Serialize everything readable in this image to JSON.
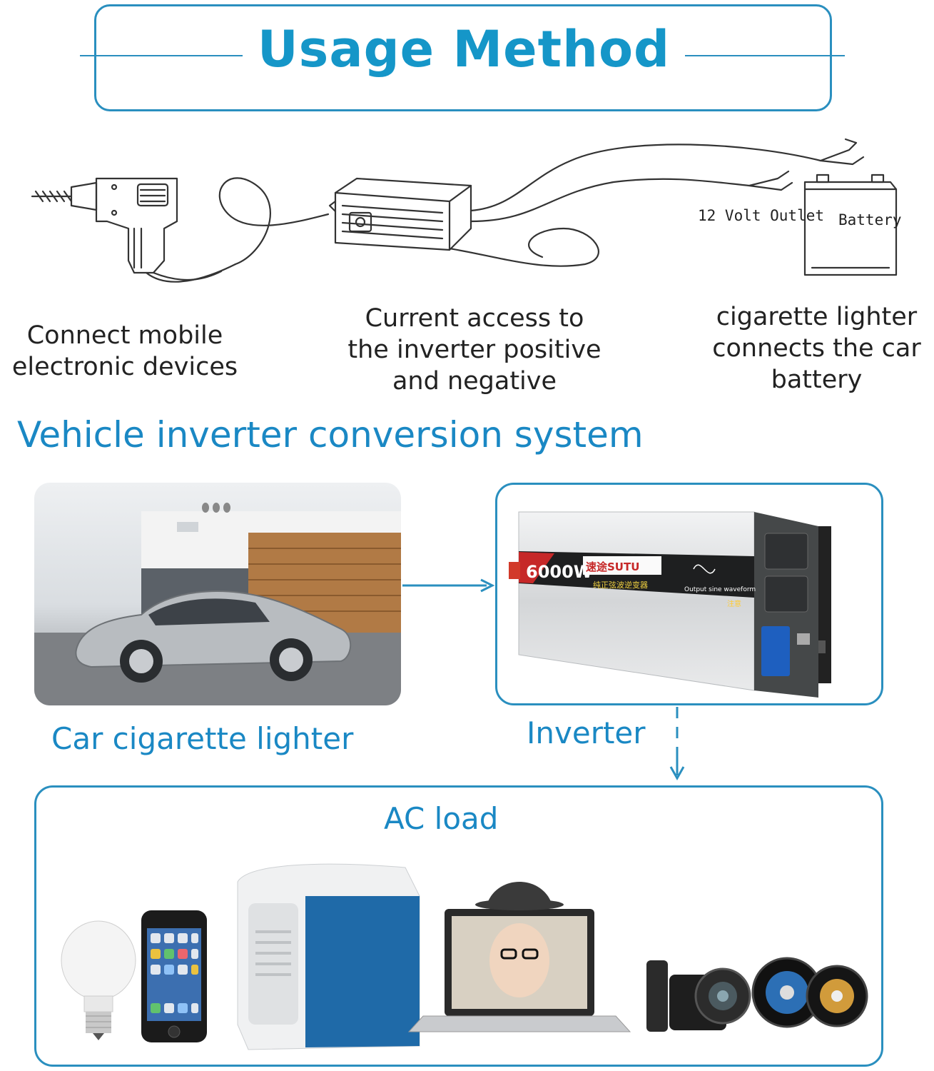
{
  "header": {
    "title": "Usage Method"
  },
  "diagram": {
    "outlet_label": "12 Volt Outlet",
    "battery_label": "Battery",
    "captions": [
      {
        "lines": [
          "Connect mobile",
          "electronic devices"
        ]
      },
      {
        "lines": [
          "Current access to",
          "the inverter positive",
          "and negative"
        ]
      },
      {
        "lines": [
          "cigarette lighter",
          "connects the car",
          "battery"
        ]
      }
    ]
  },
  "system": {
    "title": "Vehicle inverter conversion system",
    "car_label": "Car cigarette lighter",
    "inverter_label": "Inverter",
    "ac_load_label": "AC load",
    "inverter_device": {
      "power": "6000W",
      "brand": "速途SUTU",
      "model_text": "纯正弦波逆变器",
      "waveform_text": "Output sine waveform",
      "warning_text": "注意"
    }
  },
  "colors": {
    "accent": "#1a88c4",
    "outline": "#2a8fbf"
  }
}
